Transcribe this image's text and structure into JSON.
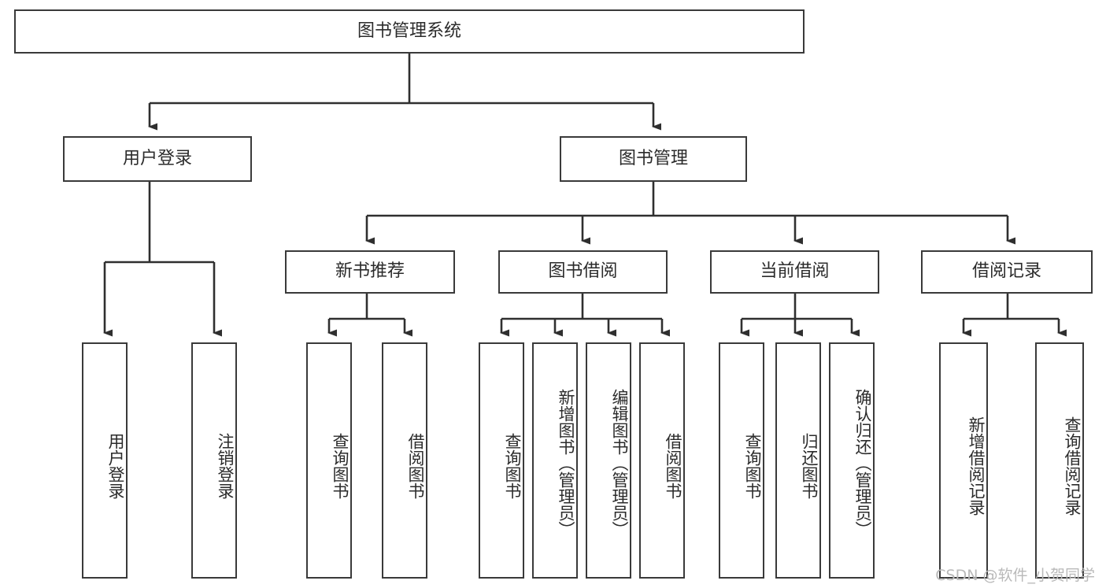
{
  "diagram": {
    "title": "图书管理系统",
    "type": "tree-hierarchy-diagram",
    "colors": {
      "box_border": "#3a3a3a",
      "box_fill": "#ffffff",
      "connector": "#2f2f2f",
      "text": "#2b2b2b",
      "watermark": "#b9b9b9",
      "background": "#ffffff"
    },
    "root": {
      "label": "图书管理系统"
    },
    "level1": [
      {
        "label": "用户登录"
      },
      {
        "label": "图书管理"
      }
    ],
    "level2": [
      {
        "label": "新书推荐"
      },
      {
        "label": "图书借阅"
      },
      {
        "label": "当前借阅"
      },
      {
        "label": "借阅记录"
      }
    ],
    "leaves": {
      "user_login": [
        {
          "label": "用户登录"
        },
        {
          "label": "注销登录"
        }
      ],
      "new_book_recommend": [
        {
          "label": "查询图书"
        },
        {
          "label": "借阅图书"
        }
      ],
      "book_borrow": [
        {
          "label": "查询图书"
        },
        {
          "label": "新增图书（管理员）"
        },
        {
          "label": "编辑图书（管理员）"
        },
        {
          "label": "借阅图书"
        }
      ],
      "current_borrow": [
        {
          "label": "查询图书"
        },
        {
          "label": "归还图书"
        },
        {
          "label": "确认归还（管理员）"
        }
      ],
      "borrow_record": [
        {
          "label": "新增借阅记录"
        },
        {
          "label": "查询借阅记录"
        }
      ]
    }
  },
  "watermark": {
    "text": "CSDN @软件_小贺同学"
  }
}
